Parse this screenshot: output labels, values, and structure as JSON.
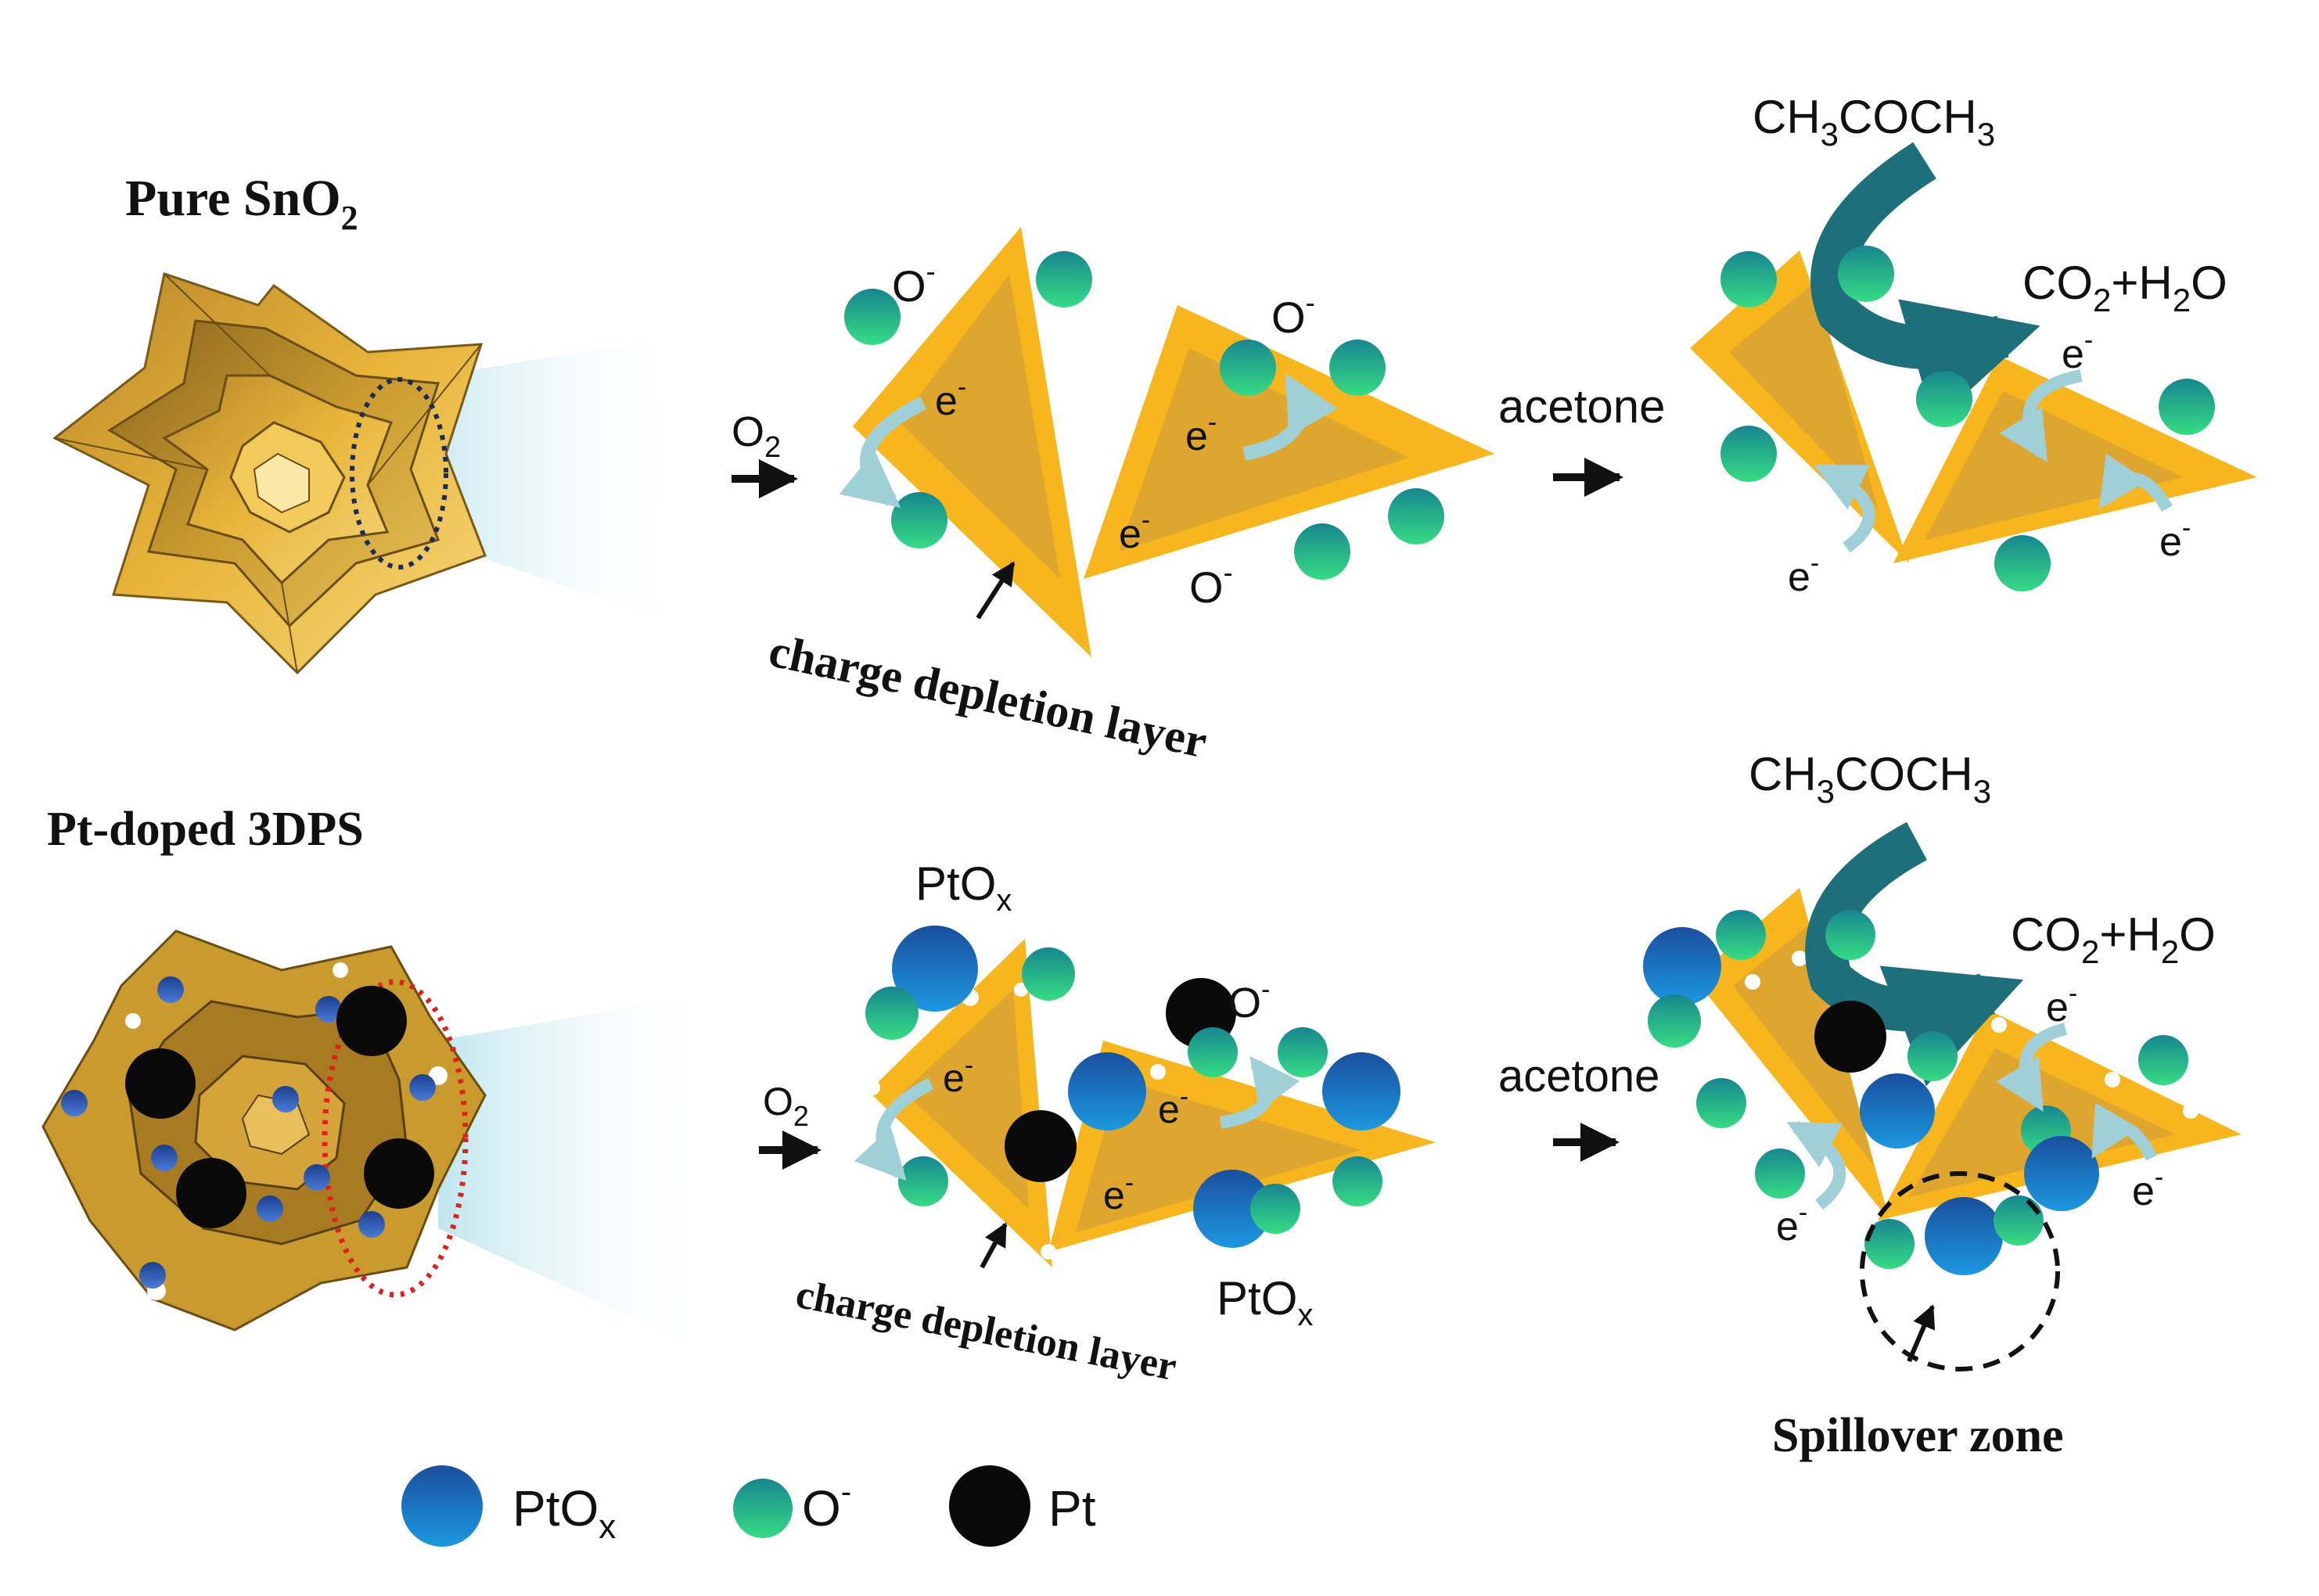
{
  "labels": {
    "pure_title": "Pure SnO",
    "pure_title_sub": "2",
    "doped_title": "Pt-doped 3DPS",
    "o2_main": "O",
    "o2_sub": "2",
    "acetone": "acetone",
    "ch3_a": "CH",
    "ch3_sub1": "3",
    "ch3_b": "COCH",
    "ch3_sub2": "3",
    "co2_a": "CO",
    "co2_sub1": "2",
    "co2_b": "+H",
    "co2_sub2": "2",
    "co2_c": "O",
    "o_minus": "O",
    "minus": "-",
    "e_minus": "e",
    "ptox": "PtO",
    "ptox_sub": "x",
    "pt": "Pt",
    "charge_layer": "charge depletion layer",
    "spillover": "Spillover zone"
  },
  "legend": {
    "ptox_label": "PtO",
    "ptox_sub": "x",
    "o_label": "O",
    "o_sup": "-",
    "pt_label": "Pt"
  },
  "colors": {
    "gold": "#f7b51e",
    "gold_dark": "#c99a2e",
    "green_top": "#1a9e7a",
    "green_bottom": "#2fd08a",
    "blue_top": "#1e5eb0",
    "blue_bottom": "#1a8fd8",
    "teal_arrow": "#1d6f7a",
    "light_arrow": "#9fd0d8"
  }
}
